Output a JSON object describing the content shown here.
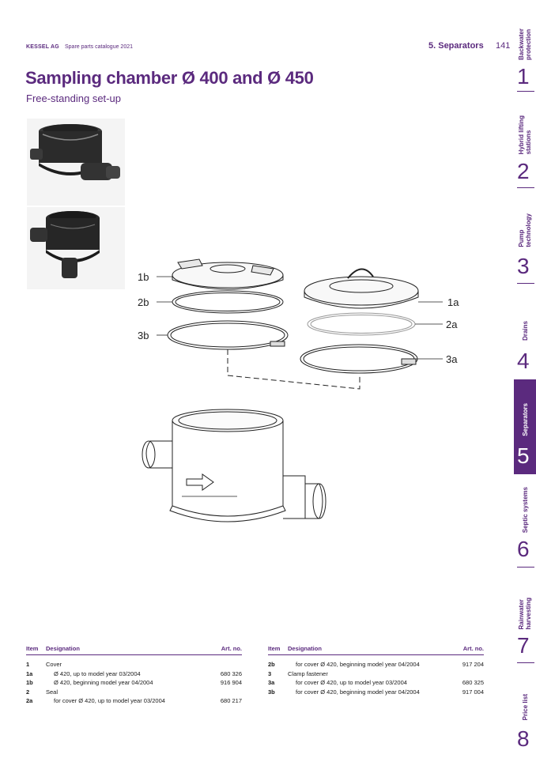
{
  "header": {
    "company": "KESSEL AG",
    "catalogue": "Spare parts catalogue 2021",
    "section": "5. Separators",
    "page": "141"
  },
  "title": "Sampling chamber Ø 400 and Ø 450",
  "subtitle": "Free-standing set-up",
  "tabs": [
    {
      "label": "Backwater\nprotection",
      "number": "1",
      "active": false
    },
    {
      "label": "Hybrid lifting\nstations",
      "number": "2",
      "active": false
    },
    {
      "label": "Pump\ntechnology",
      "number": "3",
      "active": false
    },
    {
      "label": "Drains",
      "number": "4",
      "active": false
    },
    {
      "label": "Separators",
      "number": "5",
      "active": true
    },
    {
      "label": "Septic systems",
      "number": "6",
      "active": false
    },
    {
      "label": "Rainwater\nharvesting",
      "number": "7",
      "active": false
    },
    {
      "label": "Price list",
      "number": "8",
      "active": false
    }
  ],
  "diagram": {
    "callouts": [
      "1b",
      "2b",
      "3b",
      "1a",
      "2a",
      "3a"
    ]
  },
  "table": {
    "headers": {
      "item": "Item",
      "designation": "Designation",
      "art_no": "Art. no."
    },
    "left_rows": [
      {
        "item": "1",
        "designation": "Cover",
        "art_no": "",
        "indent": false
      },
      {
        "item": "1a",
        "designation": "Ø 420, up to model year 03/2004",
        "art_no": "680 326",
        "indent": true
      },
      {
        "item": "1b",
        "designation": "Ø 420, beginning model year 04/2004",
        "art_no": "916 904",
        "indent": true
      },
      {
        "item": "2",
        "designation": "Seal",
        "art_no": "",
        "indent": false
      },
      {
        "item": "2a",
        "designation": "for cover Ø 420, up to model year 03/2004",
        "art_no": "680 217",
        "indent": true
      }
    ],
    "right_rows": [
      {
        "item": "2b",
        "designation": "for cover Ø 420, beginning model year 04/2004",
        "art_no": "917 204",
        "indent": true
      },
      {
        "item": "3",
        "designation": "Clamp fastener",
        "art_no": "",
        "indent": false
      },
      {
        "item": "3a",
        "designation": "for cover Ø 420, up to model year 03/2004",
        "art_no": "680 325",
        "indent": true
      },
      {
        "item": "3b",
        "designation": "for cover Ø 420, beginning model year 04/2004",
        "art_no": "917 004",
        "indent": true
      }
    ]
  },
  "colors": {
    "brand": "#5b2a7e"
  }
}
